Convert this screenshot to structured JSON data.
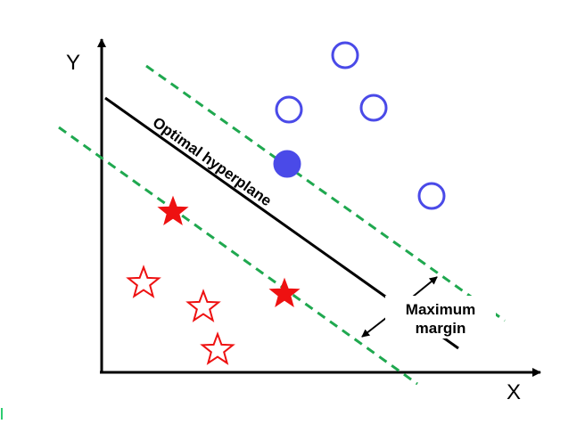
{
  "axes": {
    "x_label": "X",
    "y_label": "Y"
  },
  "hyperplane_label": "Optimal hyperplane",
  "margin_label": {
    "line1": "Maximum",
    "line2": "margin"
  },
  "colors": {
    "axis": "#000000",
    "hyperplane": "#000000",
    "margin_lines": "#1fa84f",
    "circle_class": "#4a4ae8",
    "star_class": "#ee1111",
    "left_edge_accent": "#2ecc71"
  },
  "icons": {
    "circle_point": "circle-icon",
    "star_point": "star-icon",
    "arrow": "double-arrow-icon"
  }
}
